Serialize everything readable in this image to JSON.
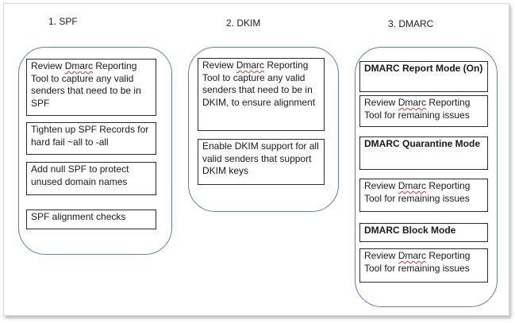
{
  "columns": [
    {
      "heading": "1.  SPF",
      "steps": [
        {
          "pre": "Review ",
          "mark": "Dmarc",
          "post": " Reporting Tool to capture any valid senders that need to be in SPF"
        },
        {
          "text": "Tighten up SPF Records for hard fail  ~all to -all"
        },
        {
          "text": "Add null SPF to protect unused domain names"
        },
        {
          "text": "SPF alignment checks"
        }
      ]
    },
    {
      "heading": "2.  DKIM",
      "steps": [
        {
          "pre": "Review ",
          "mark": "Dmarc",
          "post": " Reporting Tool to capture any valid senders that need to be in DKIM, to ensure alignment"
        },
        {
          "text": "Enable DKIM support for all valid senders that support DKIM keys"
        }
      ]
    },
    {
      "heading": "3.  DMARC",
      "steps": [
        {
          "text": "DMARC Report Mode (On)"
        },
        {
          "pre": "Review ",
          "mark": "Dmarc",
          "post": " Reporting Tool for remaining issues"
        },
        {
          "text": "DMARC Quarantine Mode"
        },
        {
          "pre": "Review ",
          "mark": "Dmarc",
          "post": " Reporting Tool for remaining issues"
        },
        {
          "text": "DMARC Block Mode"
        },
        {
          "pre": "Review ",
          "mark": "Dmarc",
          "post": " Reporting Tool for remaining issues"
        }
      ]
    }
  ],
  "colors": {
    "column_border": "#5e80b8",
    "box_border": "#2a2a2a",
    "spell_underline": "#d23b3b"
  }
}
